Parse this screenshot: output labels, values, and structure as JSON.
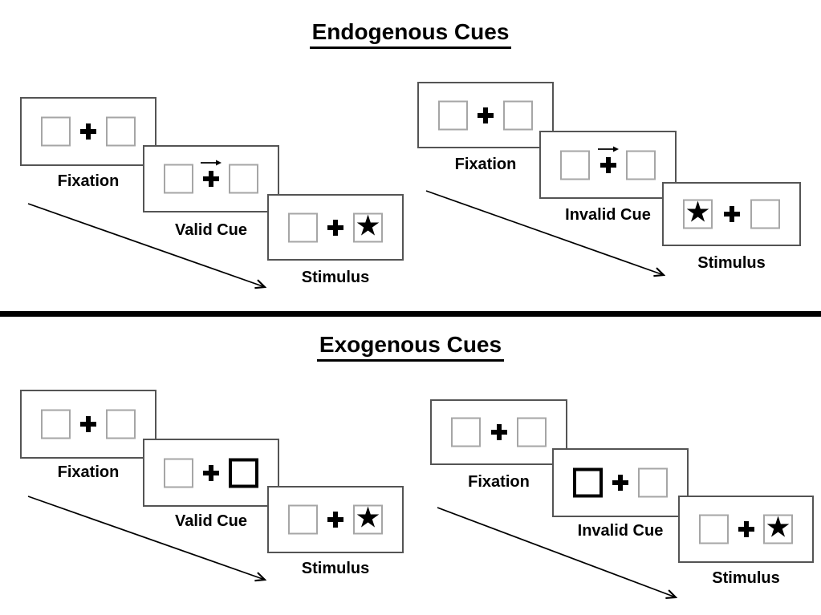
{
  "diagram": {
    "description": "Posner spatial cueing task: endogenous vs exogenous cue trial sequences",
    "glyphs": {
      "star": "★"
    },
    "colors": {
      "ink": "#000000",
      "panel_border": "#545454",
      "box_border": "#a6a6a6",
      "cue_highlight": "#000000",
      "background": "#ffffff"
    },
    "sections": [
      {
        "id": "endogenous",
        "title": "Endogenous Cues",
        "sequences": [
          {
            "id": "valid",
            "cue_style": "central arrow pointing right",
            "cue_side": "right",
            "stimulus_side": "right",
            "panels": [
              {
                "label": "Fixation"
              },
              {
                "label": "Valid Cue"
              },
              {
                "label": "Stimulus"
              }
            ]
          },
          {
            "id": "invalid",
            "cue_style": "central arrow pointing right",
            "cue_side": "right",
            "stimulus_side": "left",
            "panels": [
              {
                "label": "Fixation"
              },
              {
                "label": "Invalid Cue"
              },
              {
                "label": "Stimulus"
              }
            ]
          }
        ]
      },
      {
        "id": "exogenous",
        "title": "Exogenous Cues",
        "sequences": [
          {
            "id": "valid",
            "cue_style": "peripheral box brightening",
            "cue_side": "right",
            "stimulus_side": "right",
            "panels": [
              {
                "label": "Fixation"
              },
              {
                "label": "Valid Cue"
              },
              {
                "label": "Stimulus"
              }
            ]
          },
          {
            "id": "invalid",
            "cue_style": "peripheral box brightening",
            "cue_side": "left",
            "stimulus_side": "right",
            "panels": [
              {
                "label": "Fixation"
              },
              {
                "label": "Invalid Cue"
              },
              {
                "label": "Stimulus"
              }
            ]
          }
        ]
      }
    ]
  }
}
